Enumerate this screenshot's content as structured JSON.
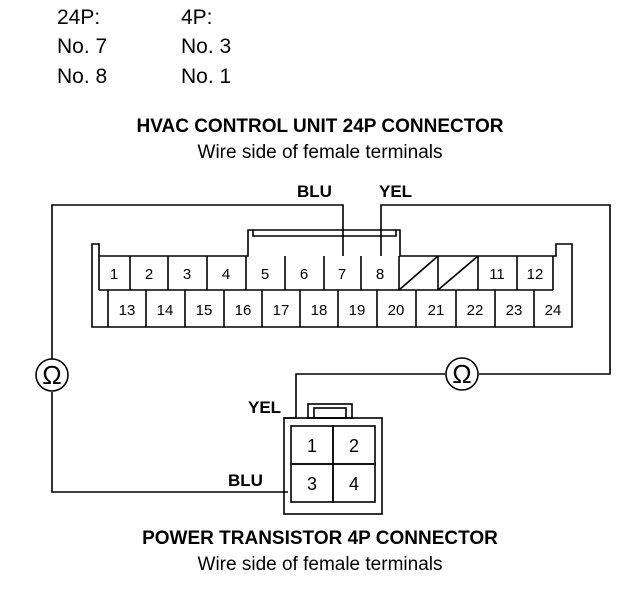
{
  "table": {
    "col1_header": "24P:",
    "col2_header": "4P:",
    "rows": [
      {
        "p24": "No. 7",
        "p4": "No. 3"
      },
      {
        "p24": "No. 8",
        "p4": "No. 1"
      }
    ]
  },
  "hvac": {
    "title": "HVAC CONTROL UNIT 24P CONNECTOR",
    "subtitle": "Wire side of female terminals",
    "top_row": [
      "1",
      "2",
      "3",
      "4",
      "5",
      "6",
      "7",
      "8",
      "",
      "",
      "11",
      "12"
    ],
    "bottom_row": [
      "13",
      "14",
      "15",
      "16",
      "17",
      "18",
      "19",
      "20",
      "21",
      "22",
      "23",
      "24"
    ]
  },
  "transistor": {
    "title": "POWER TRANSISTOR 4P CONNECTOR",
    "subtitle": "Wire side of female terminals",
    "pins": [
      "1",
      "2",
      "3",
      "4"
    ]
  },
  "wires": {
    "blu_top": "BLU",
    "yel_top": "YEL",
    "yel_bottom": "YEL",
    "blu_bottom": "BLU"
  },
  "meter_symbol": "Ω"
}
